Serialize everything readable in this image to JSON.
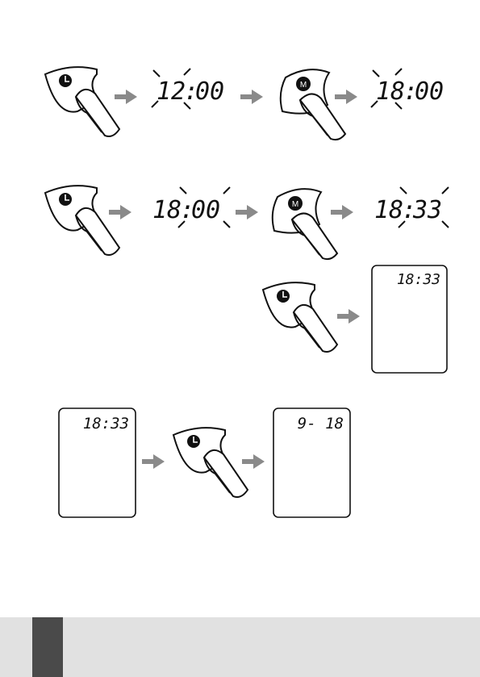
{
  "colors": {
    "ink": "#111111",
    "arrow": "#8a8a8a",
    "footer_band": "#e1e1e1",
    "footer_tab": "#4a4a4a"
  },
  "icons": {
    "clock_button": "clock-icon",
    "mode_button": "mode-button-icon",
    "finger": "finger-press-icon",
    "arrow": "arrow-right-icon",
    "blink": "blink-rays-icon"
  },
  "row1": {
    "mode_label": "M",
    "display_a": {
      "hours": "12",
      "minutes": "00"
    },
    "display_b": {
      "hours": "18",
      "minutes": "00"
    }
  },
  "row2": {
    "mode_label": "M",
    "display_a": {
      "hours": "18",
      "minutes": "00"
    },
    "display_b": {
      "hours": "18",
      "minutes": "33"
    }
  },
  "row3": {
    "screen_time": "18:33"
  },
  "row4": {
    "screen_time": "18:33",
    "screen_date": "9- 18"
  }
}
